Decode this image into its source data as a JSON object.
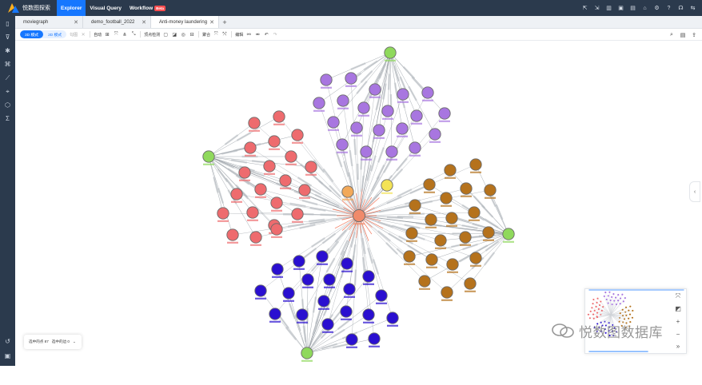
{
  "app": {
    "name": "悦数图探索",
    "nav": [
      {
        "label": "Explorer",
        "active": true
      },
      {
        "label": "Visual Query",
        "active": false
      },
      {
        "label": "Workflow",
        "active": false,
        "badge": "Beta"
      }
    ],
    "top_icons": [
      "deploy-icon",
      "export-icon",
      "stats-icon",
      "module-icon",
      "terminal-icon",
      "plugin-icon",
      "settings-icon",
      "help-icon",
      "headset-icon",
      "account-switch-icon"
    ]
  },
  "tabs": [
    {
      "label": "moviegraph",
      "active": false
    },
    {
      "label": "demo_football_2022",
      "active": false
    },
    {
      "label": "Anti-money laundering",
      "active": true
    }
  ],
  "toolbar": {
    "mode_3d": "3D 模式",
    "mode_2d": "2D 模式",
    "brush": "勾图",
    "auto_label": "自动",
    "layout_label": "顶点检测",
    "merge_label": "聚合",
    "edit_label": "编辑"
  },
  "stats": {
    "selected_vertices": "选中的点 87",
    "selected_edges": "选中的边 0"
  },
  "watermark": "悦数图数据库",
  "colors": {
    "red": "#ee6b6e",
    "purple": "#a876e0",
    "brown": "#b5721c",
    "blue": "#2a0fd0",
    "green": "#8fd95c",
    "orange": "#f2a95a",
    "center": "#f08a6a",
    "yellow": "#f3e356",
    "accent": "#1677ff"
  }
}
